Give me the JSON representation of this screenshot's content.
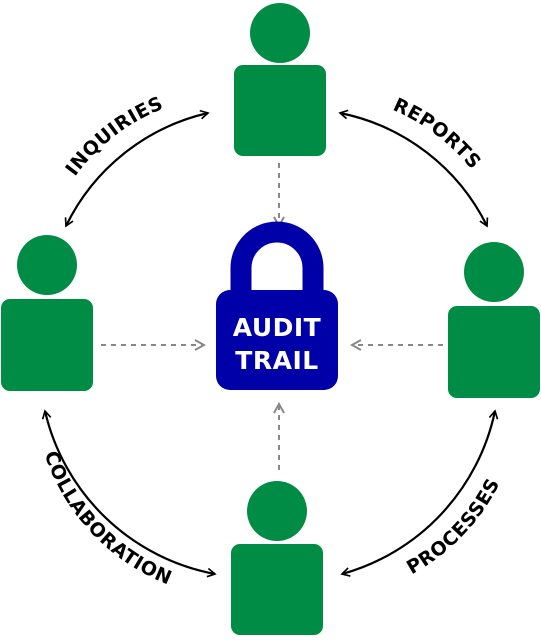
{
  "colors": {
    "person": "#008C45",
    "lock": "#0000A8",
    "lock_text": "#ffffff",
    "arrow": "#000000",
    "dashed_arrow": "#888888",
    "background": "#ffffff"
  },
  "center": {
    "icon": "padlock-icon",
    "line1": "AUDIT",
    "line2": "TRAIL"
  },
  "people": [
    {
      "id": "top",
      "icon": "person-icon"
    },
    {
      "id": "left",
      "icon": "person-icon"
    },
    {
      "id": "right",
      "icon": "person-icon"
    },
    {
      "id": "bottom",
      "icon": "person-icon"
    }
  ],
  "arc_labels": {
    "inquiries": "INQUIRIES",
    "reports": "REPORTS",
    "collaboration": "COLLABORATION",
    "processes": "PROCESSES"
  }
}
